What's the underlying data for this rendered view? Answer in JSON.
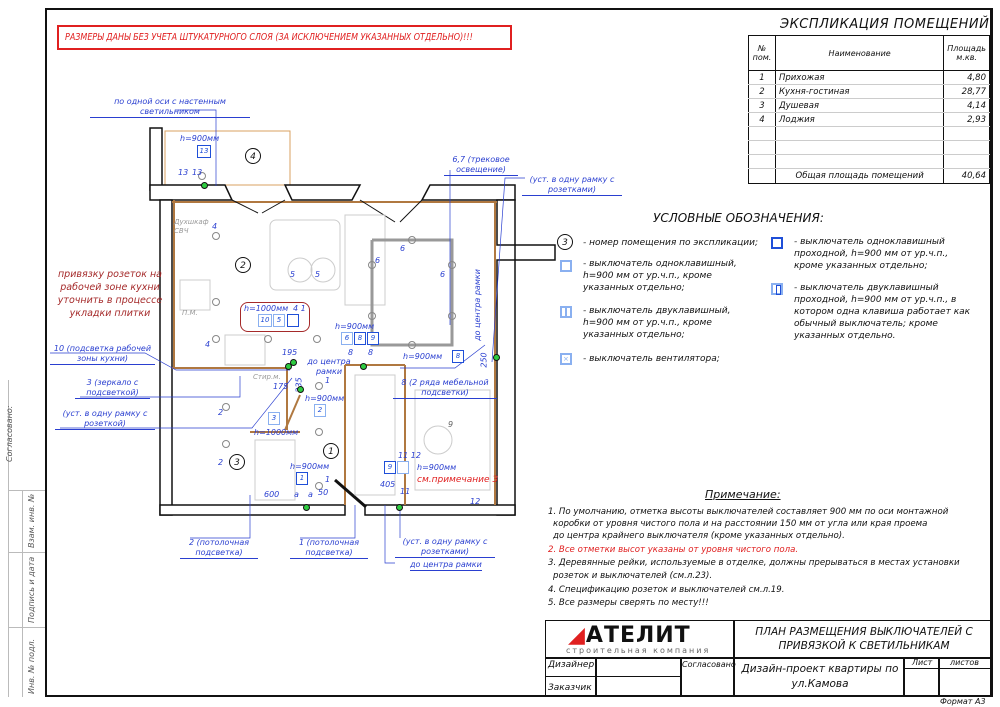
{
  "warning": "РАЗМЕРЫ ДАНЫ БЕЗ УЧЕТА ШТУКАТУРНОГО СЛОЯ  (ЗА ИСКЛЮЧЕНИЕМ УКАЗАННЫХ ОТДЕЛЬНО)!!!",
  "explication": {
    "title": "ЭКСПЛИКАЦИЯ ПОМЕЩЕНИЙ",
    "headers": {
      "num": "№ пом.",
      "name": "Наименование",
      "area": "Площадь м.кв."
    },
    "rows": [
      {
        "num": "1",
        "name": "Прихожая",
        "area": "4,80"
      },
      {
        "num": "2",
        "name": "Кухня-гостиная",
        "area": "28,77"
      },
      {
        "num": "3",
        "name": "Душевая",
        "area": "4,14"
      },
      {
        "num": "4",
        "name": "Лоджия",
        "area": "2,93"
      }
    ],
    "total_label": "Общая площадь помещений",
    "total_area": "40,64"
  },
  "legend": {
    "title": "УСЛОВНЫЕ ОБОЗНАЧЕНИЯ:",
    "room_symbol": "3",
    "items": [
      "- номер помещения по экспликации;",
      "- выключатель одноклавишный, h=900 мм от ур.ч.п., кроме указанных отдельно;",
      "- выключатель двуклавишный, h=900 мм от ур.ч.п., кроме указанных отдельно;",
      "- выключатель вентилятора;",
      "- выключатель одноклавишный проходной, h=900 мм от ур.ч.п., кроме указанных отдельно;",
      "- выключатель двуклавишный проходной, h=900 мм от ур.ч.п., в котором одна клавиша работает как обычный выключатель; кроме указанных отдельно."
    ]
  },
  "notes": {
    "title": "Примечание:",
    "items": [
      "1. По умолчанию, отметка высоты выключателей составляет 900 мм по оси монтажной",
      "коробки от уровня чистого пола и на расстоянии 150 мм от угла или края проема",
      "до центра крайнего выключателя (кроме указанных отдельно).",
      "2. Все отметки высот указаны от уровня чистого пола.",
      "3. Деревянные рейки, используемые в отделке, должны прерываться в местах установки",
      "розеток и выключателей (см.л.23).",
      "4. Спецификацию розеток и выключателей см.л.19.",
      "5. Все размеры сверять по месту!!!"
    ]
  },
  "plan": {
    "rooms": [
      "1",
      "2",
      "3",
      "4"
    ],
    "annotations": {
      "loggia_axis": "по одной оси с настенным светильником",
      "tiles_note": "привязку розеток на рабочей зоне кухни уточнить в процессе укладки плитки",
      "work_zone": "10 (подсветка рабочей зоны кухни)",
      "mirror": "3 (зеркало с подсветкой)",
      "frame_socket_left": "(уст. в одну рамку с розеткой)",
      "ceiling_2": "2 (потолочная подсветка)",
      "ceiling_1": "1 (потолочная подсветка)",
      "frame_sockets_bottom": "(уст. в одну рамку с розетками)",
      "to_frame_center_bottom": "до центра рамки",
      "track": "6,7 (трековое освещение)",
      "frame_sockets_top": "(уст. в одну рамку с розетками)",
      "furniture_light": "8 (2 ряда мебельной подсветки)",
      "to_frame_center": "до центра рамки",
      "to_frame_center_vertical": "до центра рамки",
      "see_note": "см.примечание 3",
      "microwave": "Духшкаф СВЧ",
      "pm": "П.М.",
      "stiralka": "Стир.м."
    },
    "heights": {
      "h900": "h=900мм",
      "h1000": "h=1000мм"
    },
    "dims": {
      "d195": "195",
      "d175": "175",
      "d235": "235",
      "d250": "250",
      "d600": "600",
      "a": "a",
      "d50": "50",
      "d405": "405",
      "d8": "8"
    },
    "switches": {
      "s13": "13",
      "s10": "10",
      "s5": "5",
      "s41": "4 1",
      "s6": "6",
      "s8": "8",
      "s9": "9",
      "s3": "3",
      "s2": "2",
      "s1": "1",
      "s1112": "11 12"
    },
    "lamp_labels": {
      "l13a": "13",
      "l13b": "13",
      "l4": "4",
      "l5": "5",
      "l6": "6",
      "l2": "2",
      "l1": "1",
      "l11": "11",
      "l12": "12",
      "l9": "9"
    }
  },
  "title_block": {
    "logo_text": "АТЕЛИТ",
    "logo_subtitle": "строительная компания",
    "sheet_title": "ПЛАН РАЗМЕЩЕНИЯ ВЫКЛЮЧАТЕЛЕЙ С ПРИВЯЗКОЙ К СВЕТИЛЬНИКАМ",
    "designer_label": "Дизайнер",
    "customer_label": "Заказчик",
    "approved_label": "Согласовано",
    "project": "Дизайн-проект квартиры по ул.Камова",
    "sheet_label": "Лист",
    "sheets_label": "листов",
    "format": "Формат А3"
  },
  "side_stamp": {
    "approved": "Согласовано:",
    "inv_orig": "Инв. № подл.",
    "signature_date": "Подпись и дата",
    "inv_replace": "Взам. инв. №"
  },
  "colors": {
    "accent_blue": "#2a3fd0",
    "warning_red": "#e02020",
    "wall": "#111111",
    "finish": "#b07840",
    "marker_green": "#2ecc40"
  }
}
